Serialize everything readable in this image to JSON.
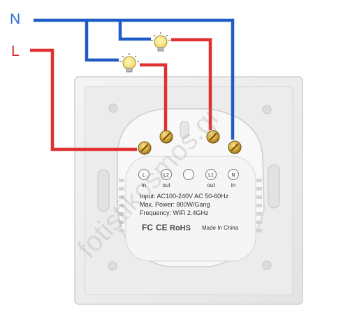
{
  "labels": {
    "neutral": "N",
    "live": "L"
  },
  "terminals": [
    {
      "symbol": "L",
      "caption": "in"
    },
    {
      "symbol": "L2",
      "caption": "out"
    },
    {
      "symbol": "L1",
      "caption": "out"
    },
    {
      "symbol": "N",
      "caption": "in"
    }
  ],
  "specs": {
    "input": "Input: AC100-240V AC 50-60Hz",
    "power": "Max. Power: 800W/Gang",
    "frequency": "Frequency: WiFi 2.4GHz"
  },
  "certifications": {
    "fc": "FC",
    "ce": "CE",
    "rohs": "RoHS",
    "origin": "Made In China"
  },
  "watermark": "fotistikosmos.gr",
  "colors": {
    "neutral_wire": "#1e5bc6",
    "live_wire": "#e03030",
    "neutral_label": "#2f6fd0",
    "live_label": "#d9252b",
    "plate": "#efefef",
    "module": "#f7f7f7"
  },
  "icons": [
    "light-bulb-icon",
    "light-bulb-icon",
    "screw-terminal-icon"
  ]
}
